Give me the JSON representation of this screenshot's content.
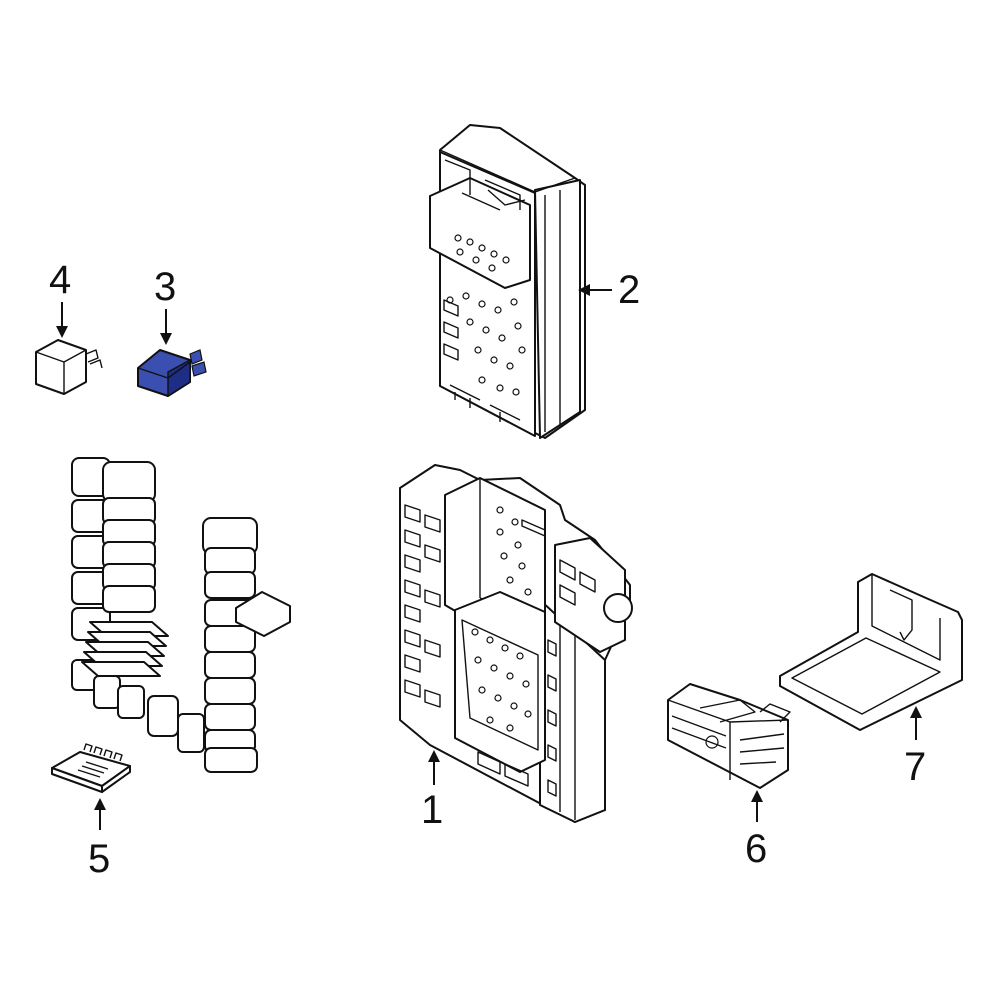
{
  "callouts": [
    {
      "id": "1",
      "label": "1"
    },
    {
      "id": "2",
      "label": "2"
    },
    {
      "id": "3",
      "label": "3"
    },
    {
      "id": "4",
      "label": "4"
    },
    {
      "id": "5",
      "label": "5"
    },
    {
      "id": "6",
      "label": "6"
    },
    {
      "id": "7",
      "label": "7"
    }
  ],
  "highlighted_part": "3",
  "colors": {
    "line": "#111111",
    "highlight": "#3a4fb0",
    "highlight_dark": "#1e2d86",
    "background": "#ffffff"
  }
}
